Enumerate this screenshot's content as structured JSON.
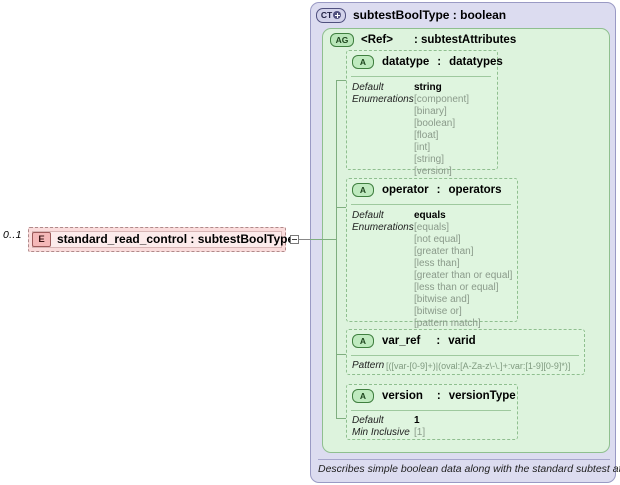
{
  "element": {
    "cardinality": "0..1",
    "icon": "element-icon",
    "icon_label": "E",
    "name": "standard_read_control",
    "separator": ":",
    "type": "subtestBoolType",
    "full_label": "standard_read_control : subtestBoolType",
    "collapse_toggle": "minus"
  },
  "complex_type": {
    "icon_label": "CT",
    "icon": "complextype-expand-icon",
    "name": "subtestBoolType",
    "separator": ":",
    "type": "boolean",
    "title": "subtestBoolType : boolean"
  },
  "attribute_group": {
    "icon_label": "AG",
    "ref": "<Ref>",
    "separator": ":",
    "type": "subtestAttributes"
  },
  "attributes": [
    {
      "icon_label": "A",
      "name": "datatype",
      "separator": ":",
      "type": "datatypes",
      "facets": [
        {
          "label": "Default",
          "value": "string"
        },
        {
          "label": "Enumerations",
          "value": ""
        }
      ],
      "enumerations": [
        "[component]",
        "[binary]",
        "[boolean]",
        "[float]",
        "[int]",
        "[string]",
        "[version]"
      ]
    },
    {
      "icon_label": "A",
      "name": "operator",
      "separator": ":",
      "type": "operators",
      "facets": [
        {
          "label": "Default",
          "value": "equals"
        },
        {
          "label": "Enumerations",
          "value": ""
        }
      ],
      "enumerations": [
        "[equals]",
        "[not equal]",
        "[greater than]",
        "[less than]",
        "[greater than or equal]",
        "[less than or equal]",
        "[bitwise and]",
        "[bitwise or]",
        "[pattern match]"
      ]
    },
    {
      "icon_label": "A",
      "name": "var_ref",
      "separator": ":",
      "type": "varid",
      "facets": [
        {
          "label": "Pattern",
          "value": "[([var-[0-9]+)|(oval:[A-Za-z\\-\\.]+:var:[1-9][0-9]*)]"
        }
      ],
      "enumerations": []
    },
    {
      "icon_label": "A",
      "name": "version",
      "separator": ":",
      "type": "versionType",
      "facets": [
        {
          "label": "Default",
          "value": "1"
        },
        {
          "label": "Min Inclusive",
          "value": "[1]"
        }
      ],
      "enumerations": []
    }
  ],
  "documentation": "Describes simple boolean data along with the standard subtest attributes.",
  "colors": {
    "element_fill": "#fadcdc",
    "complextype_fill": "#dcdcf0",
    "attributegroup_fill": "#ddf3dd",
    "attribute_fill": "#dff5df"
  }
}
